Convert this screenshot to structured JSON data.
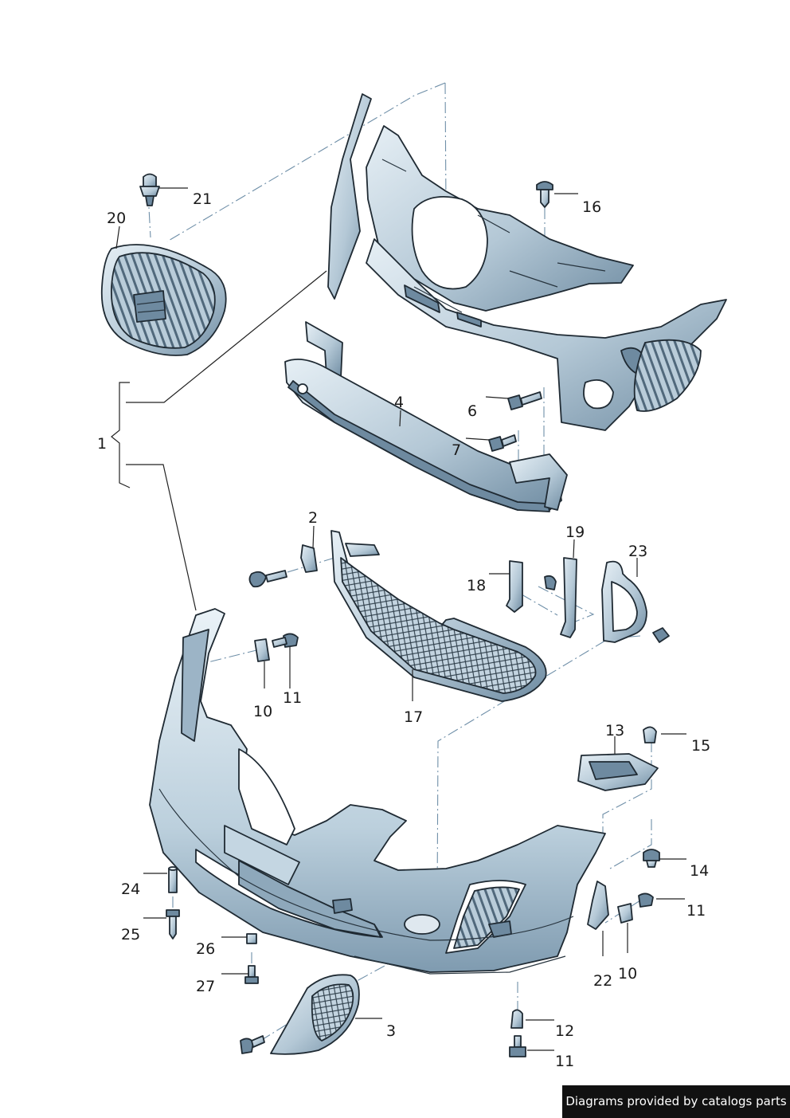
{
  "callouts": [
    {
      "id": "1",
      "label": "1"
    },
    {
      "id": "2",
      "label": "2"
    },
    {
      "id": "3",
      "label": "3"
    },
    {
      "id": "4",
      "label": "4"
    },
    {
      "id": "6",
      "label": "6"
    },
    {
      "id": "7",
      "label": "7"
    },
    {
      "id": "10a",
      "label": "10"
    },
    {
      "id": "10b",
      "label": "10"
    },
    {
      "id": "11a",
      "label": "11"
    },
    {
      "id": "11b",
      "label": "11"
    },
    {
      "id": "11c",
      "label": "11"
    },
    {
      "id": "12",
      "label": "12"
    },
    {
      "id": "13",
      "label": "13"
    },
    {
      "id": "14",
      "label": "14"
    },
    {
      "id": "15",
      "label": "15"
    },
    {
      "id": "16",
      "label": "16"
    },
    {
      "id": "17",
      "label": "17"
    },
    {
      "id": "18",
      "label": "18"
    },
    {
      "id": "19",
      "label": "19"
    },
    {
      "id": "20",
      "label": "20"
    },
    {
      "id": "21",
      "label": "21"
    },
    {
      "id": "22",
      "label": "22"
    },
    {
      "id": "23",
      "label": "23"
    },
    {
      "id": "24",
      "label": "24"
    },
    {
      "id": "25",
      "label": "25"
    },
    {
      "id": "26",
      "label": "26"
    },
    {
      "id": "27",
      "label": "27"
    }
  ],
  "footer": {
    "credit": "Diagrams provided by catalogs parts"
  },
  "colors": {
    "part_light": "#d9e6ef",
    "part_mid": "#9fb8ca",
    "part_dark": "#5d7a90",
    "outline": "#1f2a33"
  }
}
